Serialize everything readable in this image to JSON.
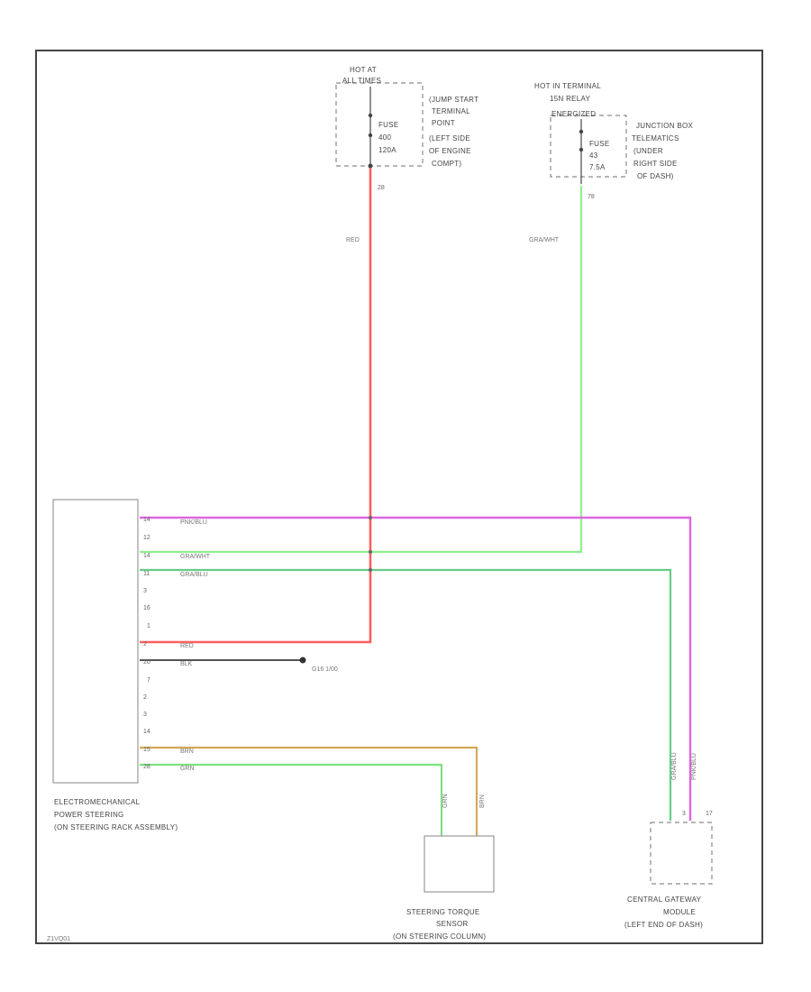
{
  "power_sources": {
    "hot_at_all_times": {
      "title_1": "HOT AT",
      "title_2": "ALL TIMES",
      "fuse_1": "FUSE",
      "fuse_2": "400",
      "fuse_3": "120A",
      "location_1": "(JUMP START",
      "location_2": "TERMINAL",
      "location_3": "POINT",
      "location_4": "(LEFT SIDE",
      "location_5": "OF ENGINE",
      "location_6": "COMPT)",
      "pin": "28"
    },
    "hot_in_terminal": {
      "title_1": "HOT IN TERMINAL",
      "title_2": "15N RELAY",
      "title_3": "ENERGIZED",
      "fuse_1": "FUSE",
      "fuse_2": "43",
      "fuse_3": "7.5A",
      "location_1": "JUNCTION BOX",
      "location_2": "TELEMATICS",
      "location_3": "(UNDER",
      "location_4": "RIGHT SIDE",
      "location_5": "OF DASH)",
      "pin": "78"
    }
  },
  "wires": {
    "red": {
      "label": "RED",
      "color": "#ff6060"
    },
    "gray_wht": {
      "label": "GRA/WHT",
      "color": "#90ee90"
    },
    "pnk_blu": {
      "label": "PNK/BLU",
      "color": "#dd66dd"
    },
    "gra_blu": {
      "label": "GRA/BLU",
      "color": "#66cc88"
    },
    "blk": {
      "label": "BLK",
      "color": "#555555",
      "ground": "G16 1/00"
    },
    "brn": {
      "label": "BRN",
      "color": "#d4a856"
    },
    "grn": {
      "label": "GRN",
      "color": "#7fe07f"
    }
  },
  "connector_pins": [
    "14",
    "12",
    "14",
    "11",
    "3",
    "16",
    "1",
    "2",
    "20",
    "7",
    "2",
    "3",
    "14",
    "15",
    "28"
  ],
  "components": {
    "eps": {
      "label_1": "ELECTROMECHANICAL",
      "label_2": "POWER STEERING",
      "label_3": "(ON STEERING RACK ASSEMBLY)"
    },
    "torque_sensor": {
      "label_1": "STEERING TORQUE",
      "label_2": "SENSOR",
      "label_3": "(ON STEERING COLUMN)",
      "pin_a": "GRN",
      "pin_b": "BRN"
    },
    "gateway": {
      "label_1": "CENTRAL GATEWAY",
      "label_2": "MODULE",
      "label_3": "(LEFT END OF DASH)",
      "pin_a": "3",
      "pin_b": "17",
      "wire_a": "GRA/BLU",
      "wire_b": "PNK/BLU"
    }
  },
  "footer_code": "Z1VQ01"
}
